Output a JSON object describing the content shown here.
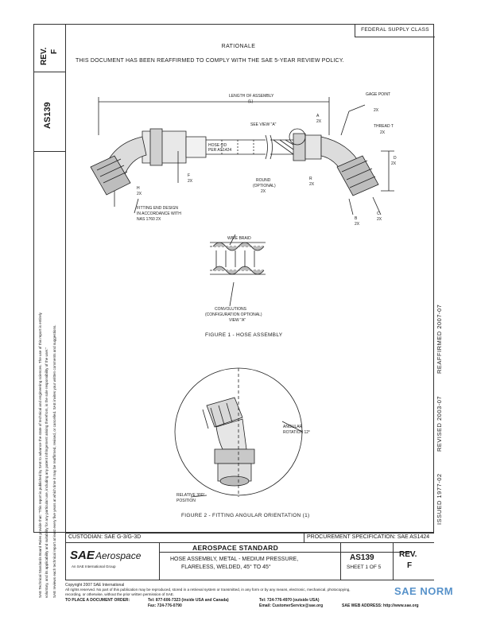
{
  "header": {
    "federal_supply_class": "FEDERAL SUPPLY CLASS",
    "rev_label": "REV.",
    "rev_value": "F",
    "doc_number": "AS139"
  },
  "left_notice": {
    "line1": "SAE Technical Standards Board Rules provide that: \"This report is published by SAE to advance the state of technical and engineering sciences. The use of this report is entirely",
    "line2": "voluntary, and its applicability and suitability for any particular use, including any patent infringement arising therefrom, is the sole responsibility of the user.\"",
    "line3": "SAE reviews each technical report at least every five years at which time it may be reaffirmed, revised, or cancelled. SAE invites your written comments and suggestions."
  },
  "right_stamps": {
    "reaffirmed": "REAFFIRMED 2007-07",
    "revised": "REVISED 2003-07",
    "issued": "ISSUED 1977-02"
  },
  "rationale": {
    "title": "RATIONALE",
    "text": "THIS DOCUMENT HAS BEEN REAFFIRMED TO COMPLY WITH THE SAE 5-YEAR REVIEW POLICY."
  },
  "figure1": {
    "caption": "FIGURE 1 - HOSE ASSEMBLY",
    "labels": {
      "length": "LENGTH OF ASSEMBLY",
      "length_sym": "(L)",
      "gage_point": "GAGE POINT",
      "gage_2x": "2X",
      "a": "A",
      "a_2x": "2X",
      "see_view": "SEE VIEW \"A\"",
      "thread": "THREAD T",
      "thread_2x": "2X",
      "d": "D",
      "d_2x": "2X",
      "hose_note_1": "HOSE OD",
      "hose_note_2": "PER AS1424",
      "fitting_design_1": "FITTING END DESIGN",
      "fitting_design_2": "IN ACCORDANCE WITH",
      "fitting_design_3": "NAS 1760 2X",
      "h": "H",
      "h_2x": "2X",
      "f": "F",
      "f_2x": "2X",
      "round": "ROUND",
      "optional": "(OPTIONAL)",
      "round_2x": "2X",
      "r": "R",
      "r_2x": "2X",
      "b": "B",
      "b_2x": "2X",
      "c": "C",
      "c_2x": "2X",
      "wire_braid": "WIRE BRAID",
      "convolutions": "CONVOLUTIONS",
      "config_optional": "(CONFIGURATION OPTIONAL)",
      "view_a": "VIEW \"A\""
    }
  },
  "figure2": {
    "caption": "FIGURE 2 - FITTING ANGULAR ORIENTATION (1)",
    "angular_1": "ANGULAR",
    "angular_2": "ROTATION 12°",
    "relative_1": "RELATIVE 300°",
    "relative_2": "POSITION"
  },
  "title_block": {
    "custodian": "CUSTODIAN:  SAE G-3/G-3D",
    "procurement": "PROCUREMENT SPECIFICATION:  SAE AS1424",
    "brand_sae": "SAE",
    "brand_aero": "Aerospace",
    "brand_tag": "An SAE International Group",
    "aero_std": "AEROSPACE STANDARD",
    "title_line1": "HOSE ASSEMBLY, METAL - MEDIUM PRESSURE,",
    "title_line2": "FLARELESS, WELDED, 45° TO 45°",
    "doc_number": "AS139",
    "sheet": "SHEET 1 OF 5",
    "rev_label": "REV.",
    "rev_value": "F"
  },
  "footer": {
    "copyright": "Copyright 2007 SAE International",
    "rights": "All rights reserved. No part of this publication may be reproduced, stored in a retrieval system or transmitted, in any form or by any means, electronic, mechanical, photocopying,",
    "rights2": "recording, or otherwise, without the prior written permission of SAE.",
    "order_label": "TO PLACE A DOCUMENT ORDER:",
    "tel1": "Tel:   877-606-7323 (inside USA and Canada)",
    "tel2": "Tel:   724-776-4970 (outside USA)",
    "fax": "Fax:   724-776-0790",
    "email": "Email:  CustomerService@sae.org",
    "web": "SAE WEB ADDRESS:  http://www.sae.org"
  },
  "watermark": {
    "brand": "SAE NORM"
  }
}
